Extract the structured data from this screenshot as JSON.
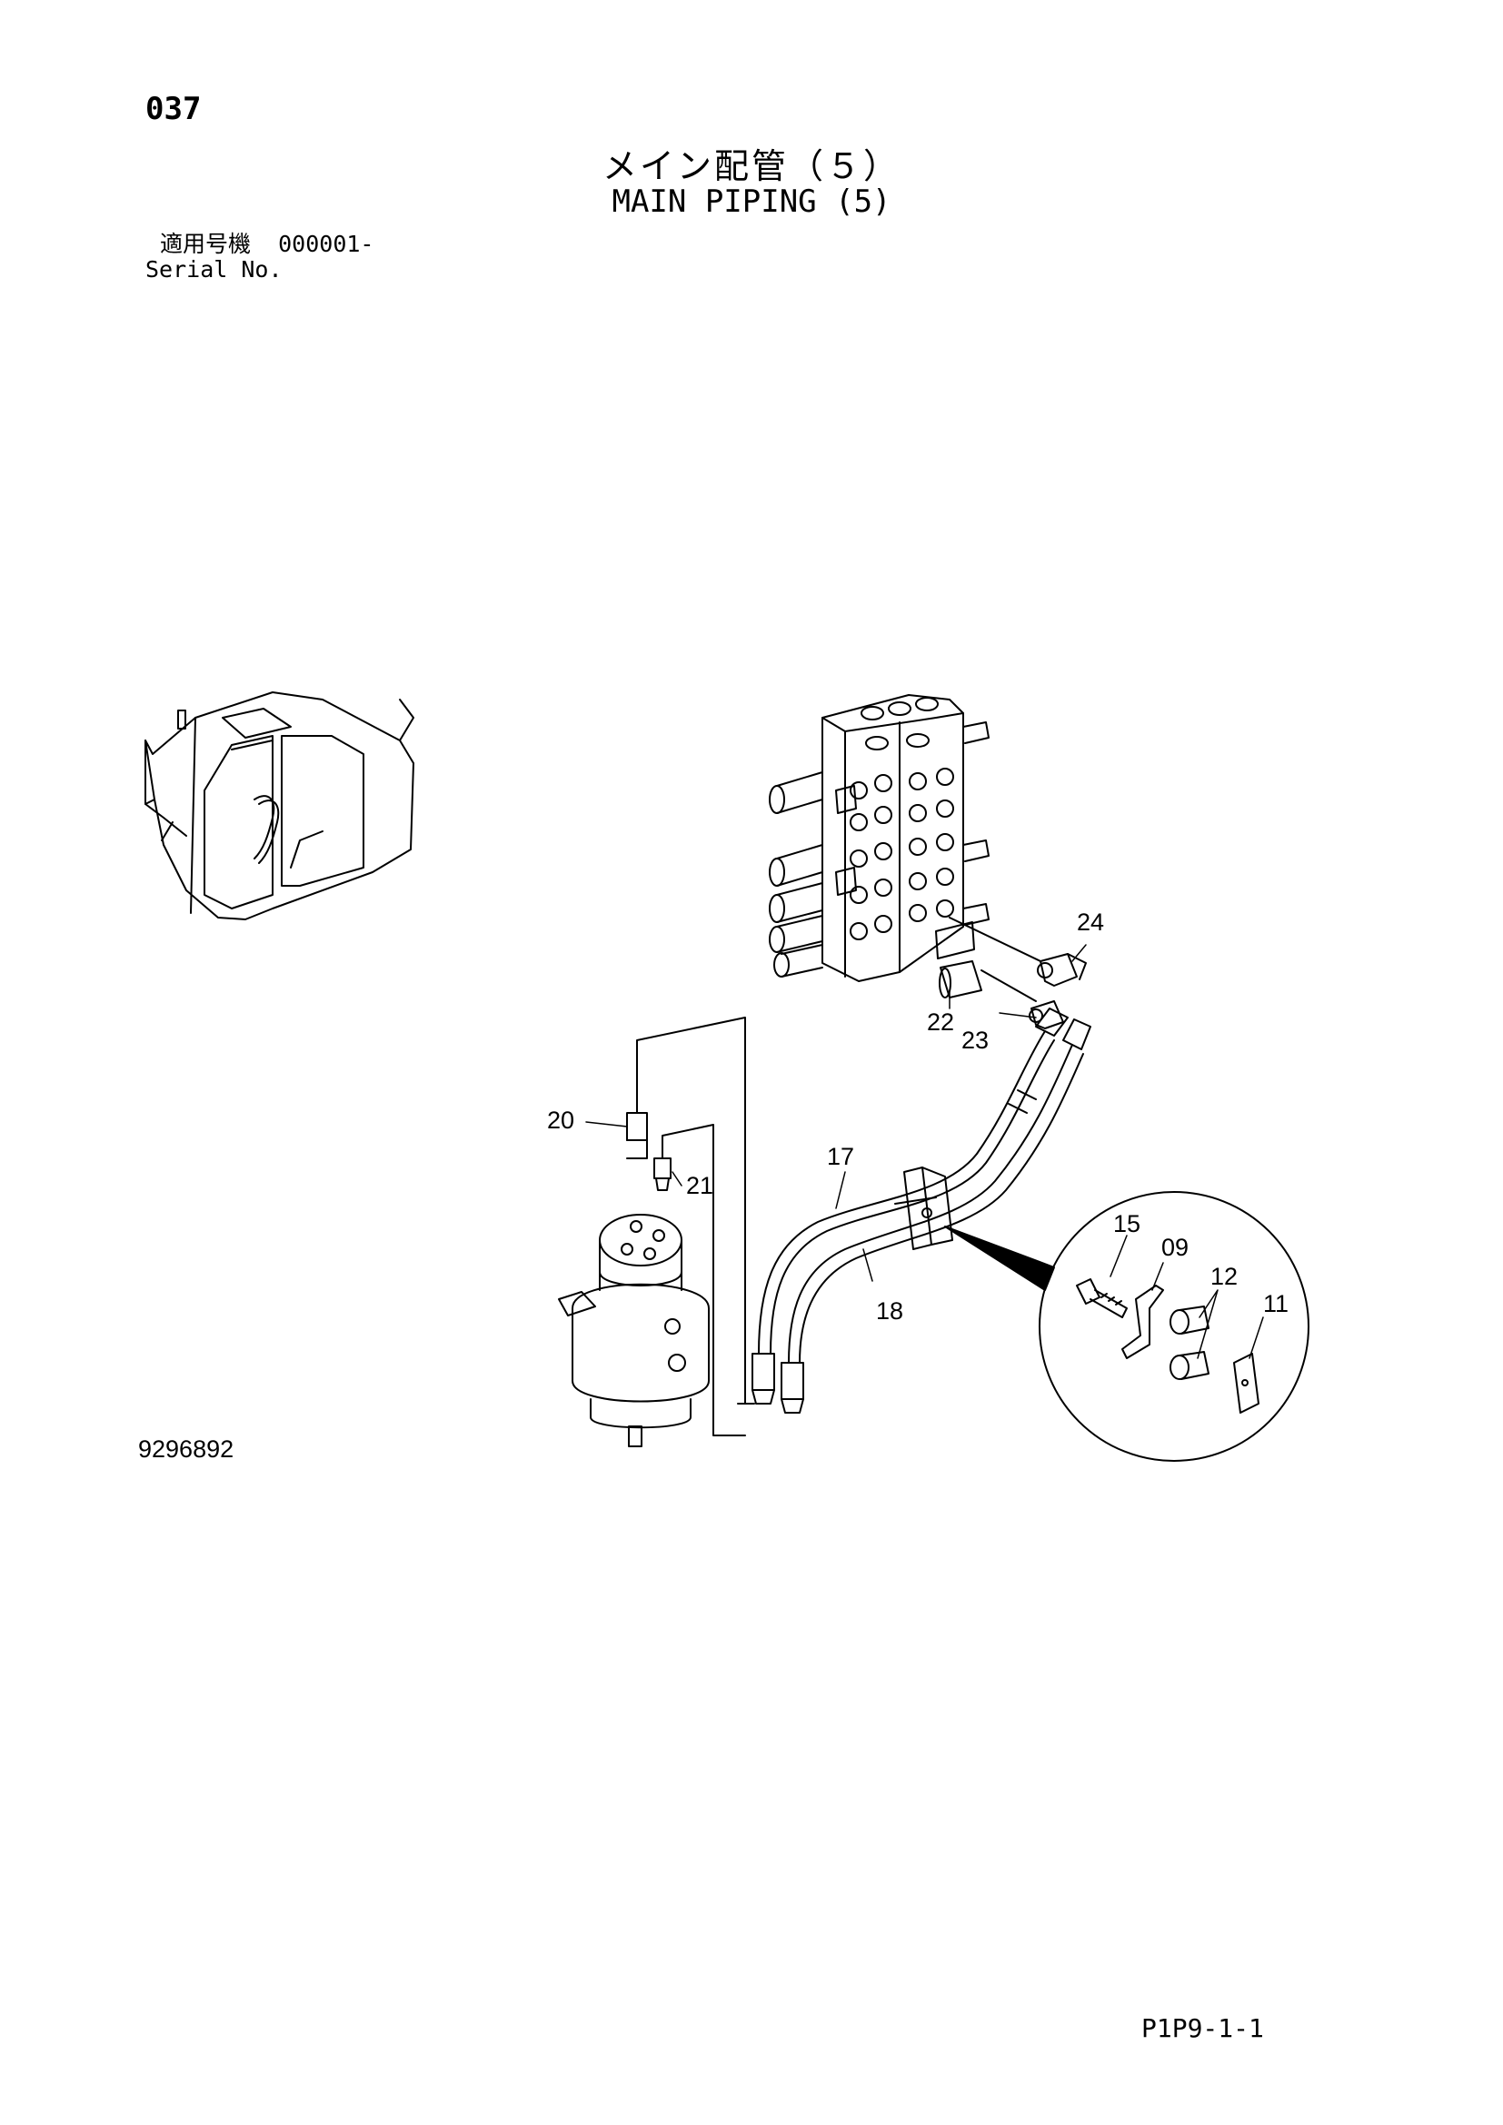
{
  "header": {
    "page_number": "037",
    "title_jp": "メイン配管（５）",
    "title_en": "MAIN PIPING (5)",
    "serial_label_jp": "適用号機",
    "serial_value": "000001-",
    "serial_label_en": "Serial No."
  },
  "drawing_id": "9296892",
  "page_code": "P1P9-1-1",
  "callouts": [
    {
      "id": "c24",
      "label": "24"
    },
    {
      "id": "c22",
      "label": "22"
    },
    {
      "id": "c23",
      "label": "23"
    },
    {
      "id": "c20",
      "label": "20"
    },
    {
      "id": "c21",
      "label": "21"
    },
    {
      "id": "c17",
      "label": "17"
    },
    {
      "id": "c18",
      "label": "18"
    },
    {
      "id": "c15",
      "label": "15"
    },
    {
      "id": "c09",
      "label": "09"
    },
    {
      "id": "c12",
      "label": "12"
    },
    {
      "id": "c11",
      "label": "11"
    }
  ]
}
